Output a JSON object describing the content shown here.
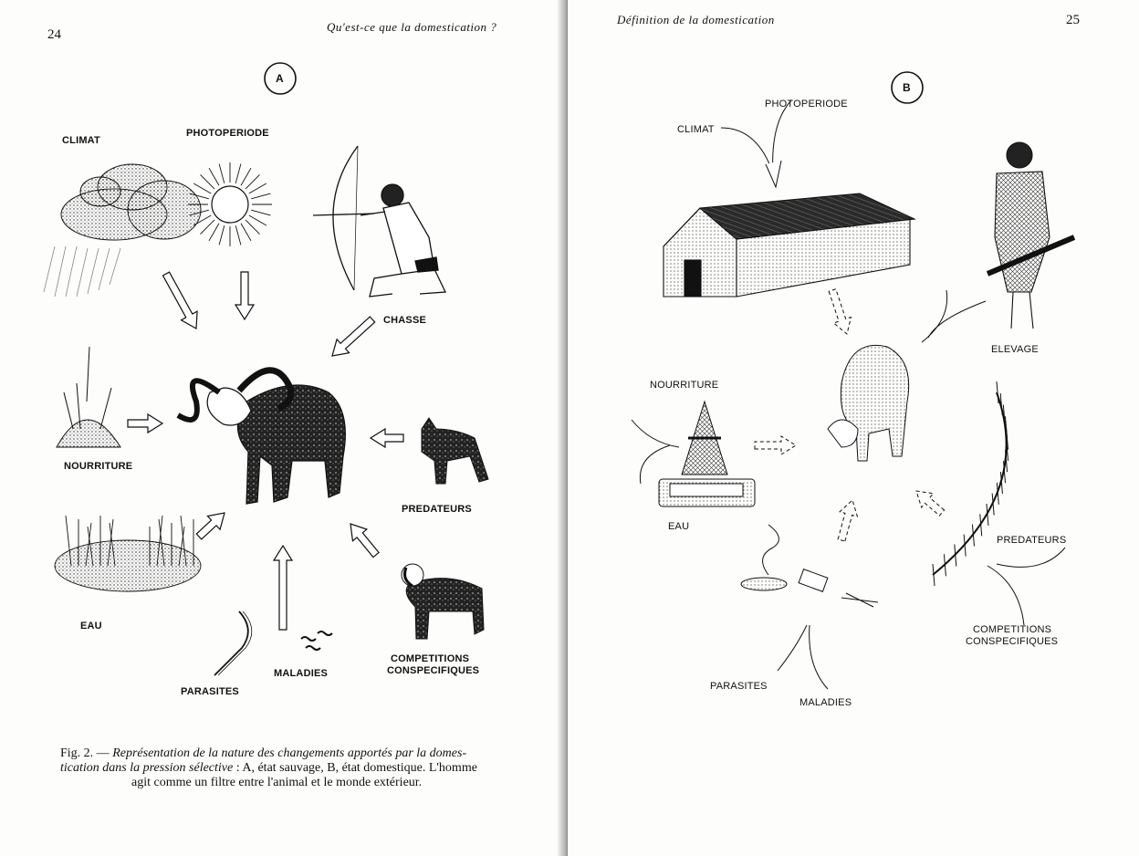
{
  "left_page": {
    "page_number": "24",
    "running_head": "Qu'est-ce que la domestication ?",
    "panel_label": "A",
    "labels": {
      "climat": "CLIMAT",
      "photoperiode": "PHOTOPERIODE",
      "chasse": "CHASSE",
      "nourriture": "NOURRITURE",
      "predateurs": "PREDATEURS",
      "eau": "EAU",
      "parasites": "PARASITES",
      "maladies": "MALADIES",
      "competitions_1": "COMPETITIONS",
      "competitions_2": "CONSPECIFIQUES"
    },
    "caption": {
      "fig": "Fig. 2. — ",
      "italic_1": "Représentation de la nature des changements apportés par la domes-",
      "italic_2": "tication dans la pression sélective",
      "line_2_rest": " : A, état sauvage, B, état domestique. L'homme",
      "line_3": "agit comme un filtre entre l'animal et le monde extérieur."
    }
  },
  "right_page": {
    "page_number": "25",
    "running_head": "Définition de la domestication",
    "panel_label": "B",
    "labels": {
      "photoperiode": "PHOTOPERIODE",
      "climat": "CLIMAT",
      "elevage": "ELEVAGE",
      "nourriture": "NOURRITURE",
      "eau": "EAU",
      "predateurs": "PREDATEURS",
      "competitions_1": "COMPETITIONS",
      "competitions_2": "CONSPECIFIQUES",
      "parasites": "PARASITES",
      "maladies": "MALADIES"
    }
  },
  "colors": {
    "ink": "#111111",
    "paper": "#fdfdfc",
    "gutter": "#3a3a3a"
  }
}
